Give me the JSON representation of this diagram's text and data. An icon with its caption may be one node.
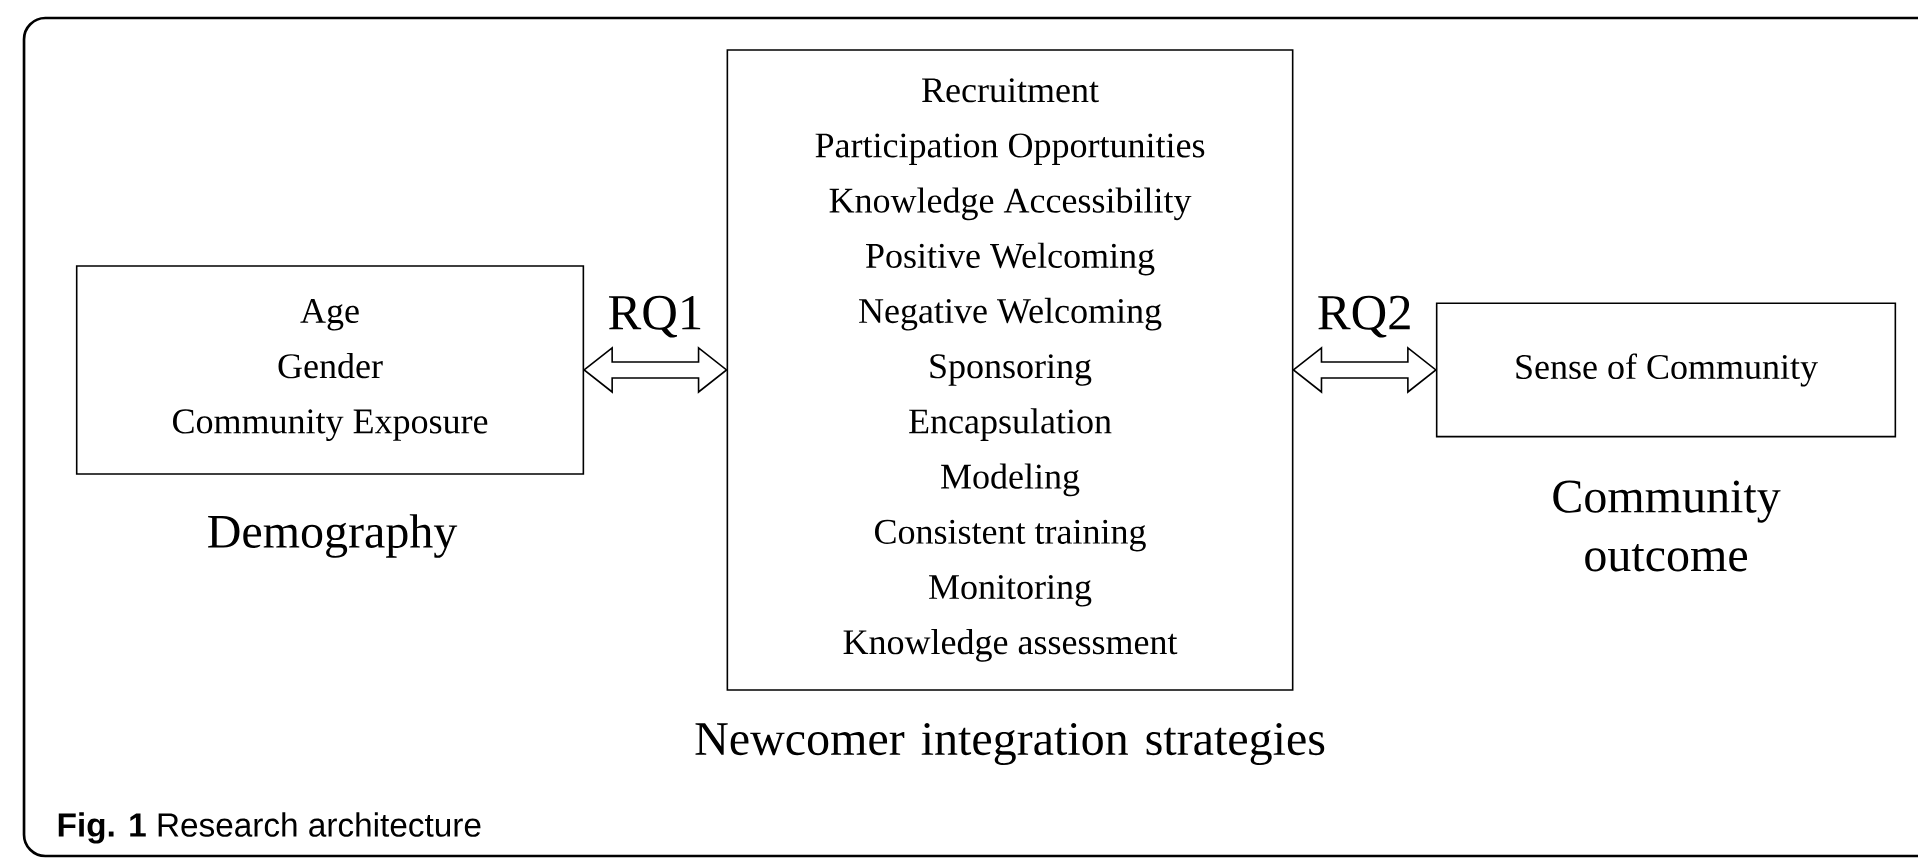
{
  "diagram": {
    "caption": "**Fig. 1** Research architecture",
    "nodes": [
      {
        "text": [
          "Age",
          "Gender",
          "Community Exposure"
        ],
        "beside": [
          "Demography"
        ]
      },
      {
        "text": [
          "Recruitment",
          "Participation Opportunities",
          "Knowledge Accessibility",
          "Positive Welcoming",
          "Negative Welcoming",
          "Sponsoring",
          "Encapsulation",
          "Modeling",
          "Consistent training",
          "Monitoring",
          "Knowledge assessment"
        ],
        "beside": [
          "Newcomer integration strategies"
        ]
      },
      {
        "text": [
          "Sense of Community"
        ],
        "beside": [
          "Community outcome"
        ]
      }
    ],
    "edges": [
      {
        "from": 0,
        "to": 1,
        "arrow": "both",
        "label": "RQ1"
      },
      {
        "from": 1,
        "to": 2,
        "arrow": "both",
        "label": "RQ2"
      }
    ]
  }
}
